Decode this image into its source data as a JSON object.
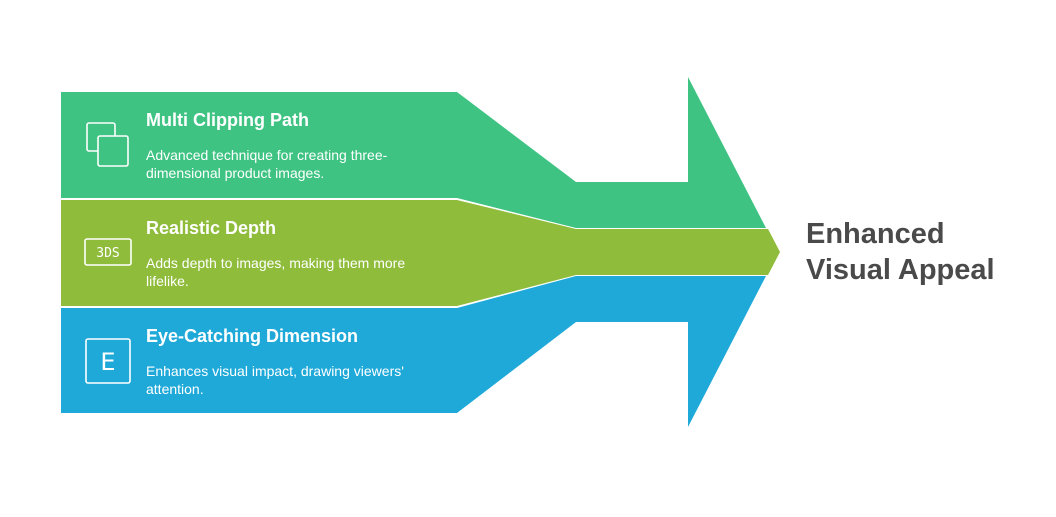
{
  "diagram": {
    "bands": [
      {
        "title": "Multi Clipping Path",
        "description": "Advanced technique for creating three-dimensional product images.",
        "icon": "overlapping-squares-icon",
        "color": "#3EC383"
      },
      {
        "title": "Realistic Depth",
        "description": "Adds depth to images, making them more lifelike.",
        "icon": "3ds-badge-icon",
        "icon_text": "3DS",
        "color": "#8FBC3B"
      },
      {
        "title": "Eye-Catching Dimension",
        "description": "Enhances visual impact, drawing viewers' attention.",
        "icon": "letter-e-box-icon",
        "icon_text": "E",
        "color": "#1FA9D9"
      }
    ],
    "outcome": {
      "line1": "Enhanced",
      "line2": "Visual Appeal",
      "text_color": "#4A4A4A"
    }
  }
}
